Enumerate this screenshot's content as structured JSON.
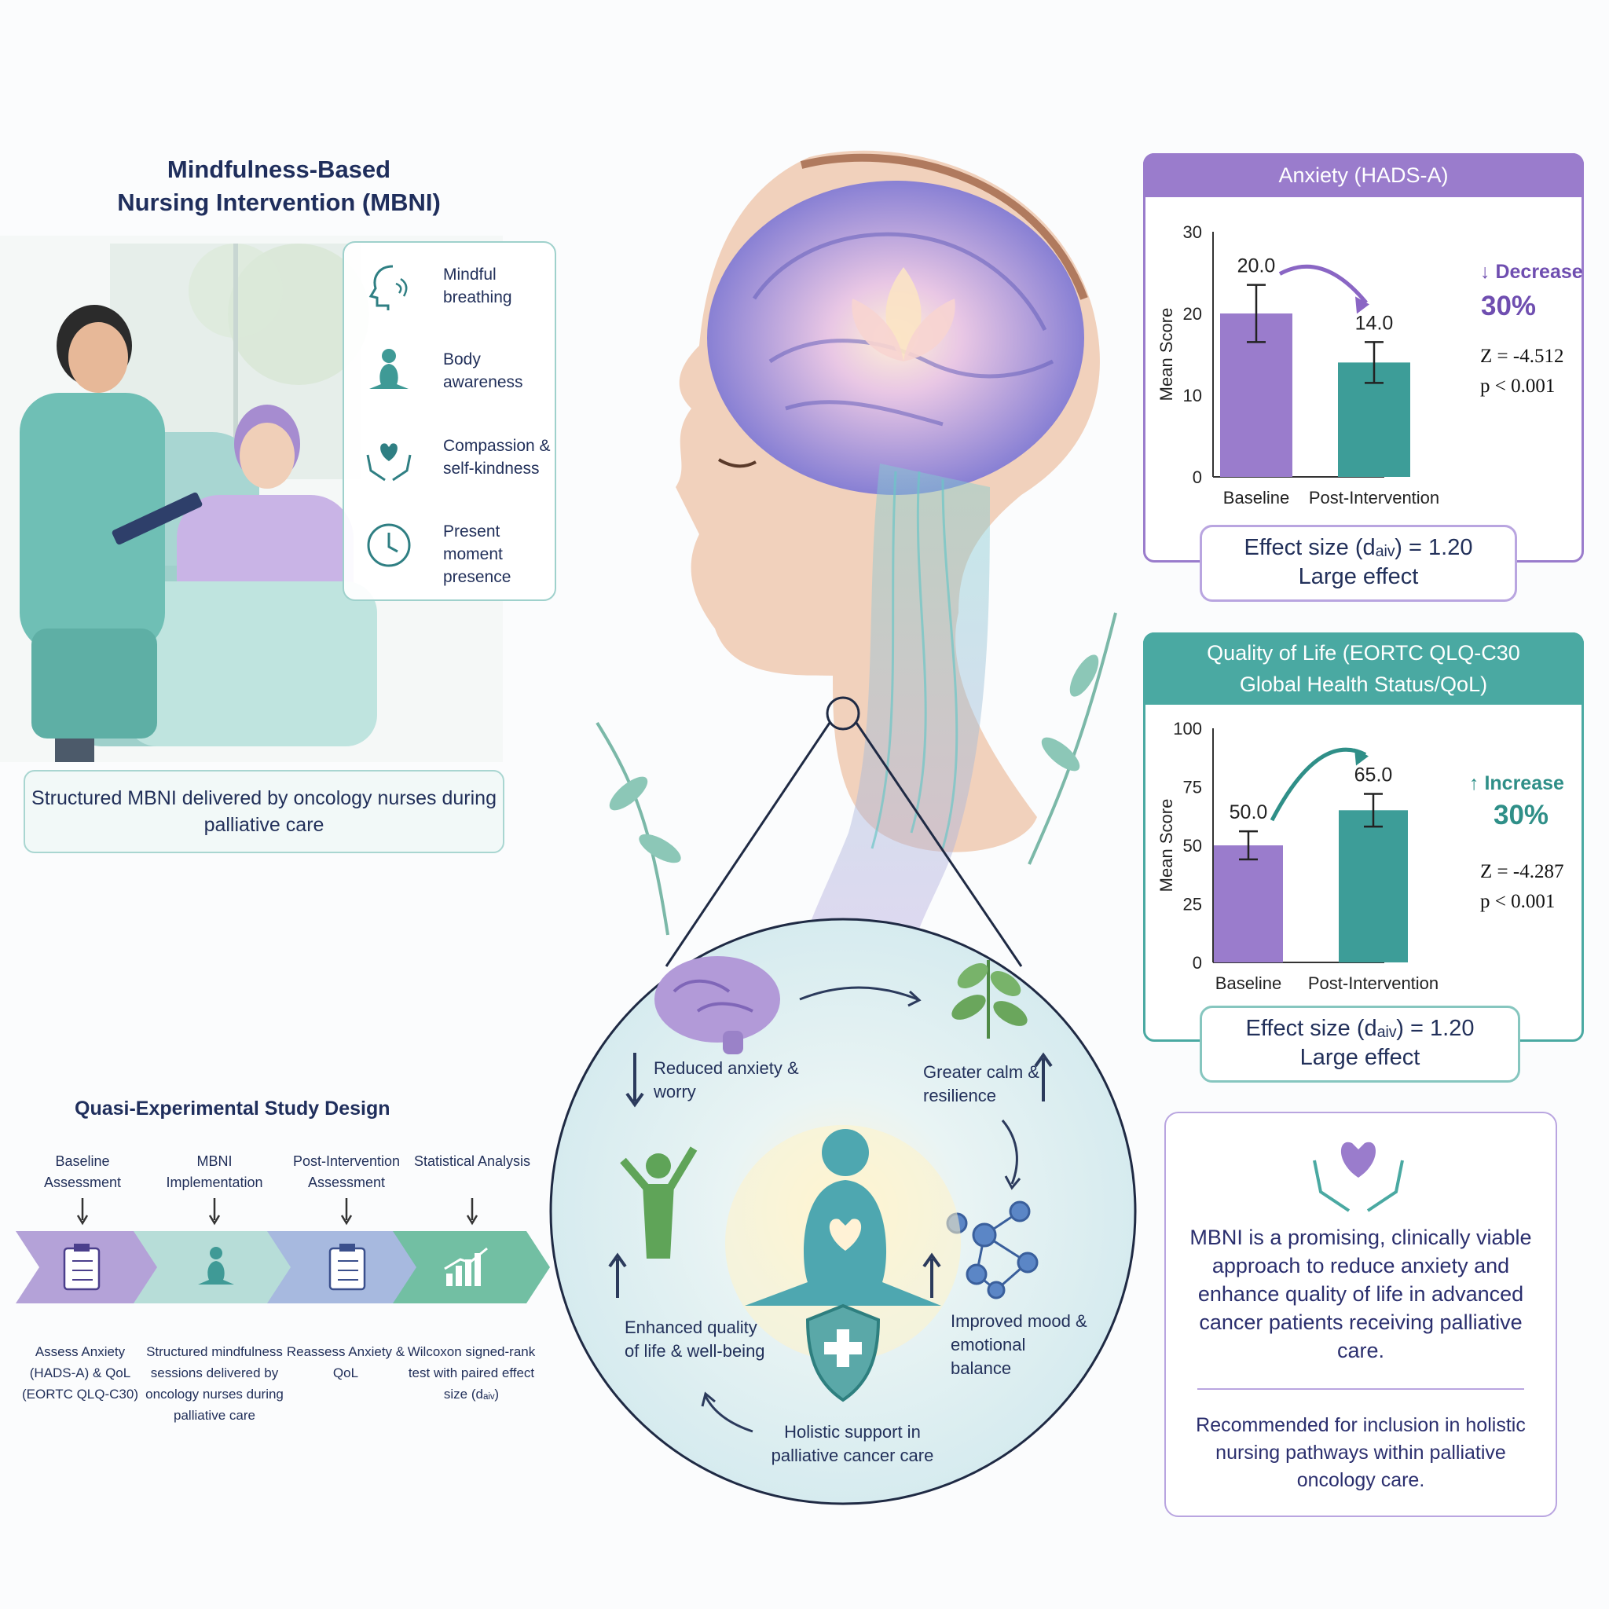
{
  "intervention": {
    "title_line1": "Mindfulness-Based",
    "title_line2": "Nursing Intervention (MBNI)",
    "techniques": [
      {
        "icon": "breathing-icon",
        "label": "Mindful breathing"
      },
      {
        "icon": "meditation-figure-icon",
        "label": "Body awareness"
      },
      {
        "icon": "heart-hands-icon",
        "label": "Compassion & self-kindness"
      },
      {
        "icon": "clock-icon",
        "label": "Present moment presence"
      }
    ],
    "caption": "Structured MBNI delivered by oncology nurses during palliative care"
  },
  "study_design": {
    "title": "Quasi-Experimental Study Design",
    "steps": [
      {
        "label": "Baseline Assessment",
        "icon": "clipboard-icon",
        "color": "#b4a2d8",
        "description": "Assess Anxiety (HADS-A) & QoL (EORTC QLQ-C30)"
      },
      {
        "label": "MBNI Implementation",
        "icon": "meditation-figure-icon",
        "color": "#b7ddd8",
        "description": "Structured mindfulness sessions delivered by oncology nurses during palliative care"
      },
      {
        "label": "Post-Intervention Assessment",
        "icon": "clipboard-icon",
        "color": "#a7b9df",
        "description": "Reassess Anxiety & QoL"
      },
      {
        "label": "Statistical Analysis",
        "icon": "bar-chart-icon",
        "color": "#72bfa3",
        "description": "Wilcoxon signed-rank test with paired effect size (dₐᵢᵥ)"
      }
    ]
  },
  "circle": {
    "outcomes": [
      {
        "direction": "down",
        "icon": "brain-icon",
        "label": "Reduced anxiety & worry"
      },
      {
        "direction": "up",
        "icon": "leaves-icon",
        "label": "Greater calm & resilience"
      },
      {
        "direction": "up",
        "icon": "network-icon",
        "label": "Improved mood & emotional balance"
      },
      {
        "direction": "none",
        "icon": "shield-cross-icon",
        "label": "Holistic support in palliative cancer care"
      },
      {
        "direction": "up",
        "icon": "celebrating-person-icon",
        "label": "Enhanced quality of life & well-being"
      }
    ],
    "center_icon": "meditating-figure-heart-icon"
  },
  "anxiety_panel": {
    "title": "Anxiety (HADS-A)",
    "change_direction": "down",
    "change_word": "Decrease",
    "change_pct": "30%",
    "stat_z": "Z = -4.512",
    "stat_p": "p < 0.001",
    "effect_line1": "Effect size (dₐᵢᵥ) = 1.20",
    "effect_line2": "Large effect",
    "color": "#9a7ccc"
  },
  "qol_panel": {
    "title_line1": "Quality of Life (EORTC QLQ-C30",
    "title_line2": "Global Health Status/QoL)",
    "change_direction": "up",
    "change_word": "Increase",
    "change_pct": "30%",
    "stat_z": "Z = -4.287",
    "stat_p": "p < 0.001",
    "effect_line1": "Effect size (dₐᵢᵥ) = 1.20",
    "effect_line2": "Large effect",
    "color": "#4aa9a2"
  },
  "conclusion": {
    "text": "MBNI is a promising, clinically viable approach to reduce anxiety and enhance quality of life in advanced cancer patients receiving palliative care.",
    "recommendation": "Recommended for inclusion in holistic nursing pathways within palliative oncology care.",
    "icon": "heart-hands-icon"
  },
  "chart_data": [
    {
      "type": "bar",
      "title": "Anxiety (HADS-A)",
      "categories": [
        "Baseline",
        "Post-Intervention"
      ],
      "values": [
        20.0,
        14.0
      ],
      "value_labels": [
        "20.0",
        "14.0"
      ],
      "errors_approx": [
        3.5,
        2.5
      ],
      "ylabel": "Mean Score",
      "ylim": [
        0,
        30
      ],
      "yticks": [
        "0",
        "10",
        "20",
        "30"
      ],
      "bar_colors": [
        "#9a7ccc",
        "#3d9d98"
      ],
      "grid": false
    },
    {
      "type": "bar",
      "title": "Quality of Life (EORTC QLQ-C30 Global Health Status/QoL)",
      "categories": [
        "Baseline",
        "Post-Intervention"
      ],
      "values": [
        50.0,
        65.0
      ],
      "value_labels": [
        "50.0",
        "65.0"
      ],
      "errors_approx": [
        6,
        7
      ],
      "ylabel": "Mean Score",
      "ylim": [
        0,
        100
      ],
      "yticks": [
        "0",
        "25",
        "50",
        "75",
        "100"
      ],
      "bar_colors": [
        "#9a7ccc",
        "#3d9d98"
      ],
      "grid": false
    }
  ]
}
